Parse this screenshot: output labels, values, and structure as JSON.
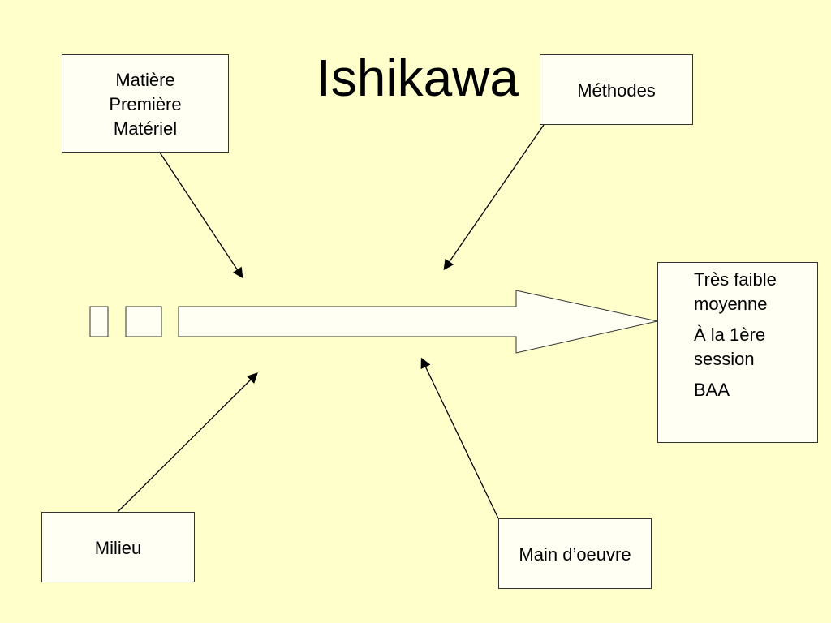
{
  "title": "Ishikawa",
  "causes": {
    "matiere": [
      "Matière",
      "Première",
      "Matériel"
    ],
    "methodes": "Méthodes",
    "milieu": "Milieu",
    "main_oeuvre": "Main d’oeuvre"
  },
  "effect": {
    "line1": "Très faible",
    "line2": "moyenne",
    "line3": "À la 1ère",
    "line4": "session",
    "line5": "BAA"
  }
}
